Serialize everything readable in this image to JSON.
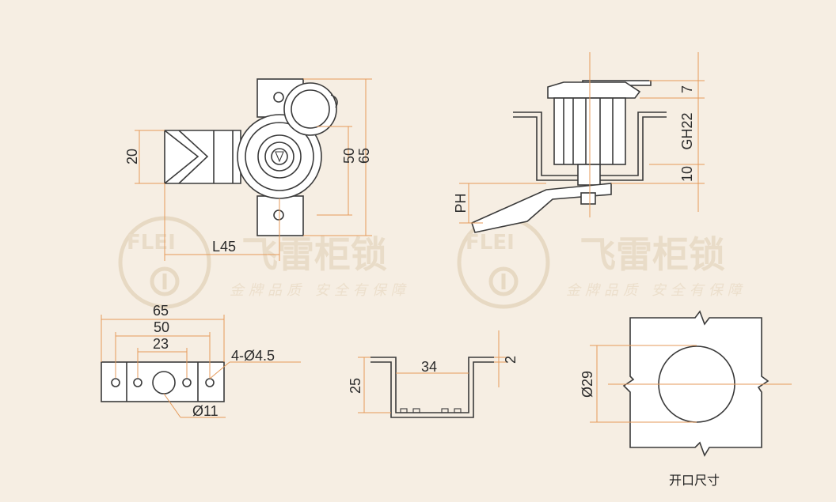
{
  "watermark": {
    "brand": "FLEI",
    "name": "飞雷柜锁",
    "slogan": "金牌品质 安全有保障"
  },
  "front_view": {
    "dim_height_outer": "65",
    "dim_height_inner": "50",
    "dim_left": "20",
    "dim_length": "L45"
  },
  "side_view": {
    "dim_top": "7",
    "dim_middle": "GH22",
    "dim_bottom": "10",
    "dim_left": "PH"
  },
  "plate_view": {
    "dim_outer": "65",
    "dim_mid": "50",
    "dim_inner": "23",
    "dim_holes": "4-Ø4.5",
    "dim_center": "Ø11"
  },
  "bracket_view": {
    "dim_width": "34",
    "dim_thickness": "2",
    "dim_height": "25"
  },
  "cutout_view": {
    "dim_diameter": "Ø29",
    "caption": "开口尺寸"
  }
}
